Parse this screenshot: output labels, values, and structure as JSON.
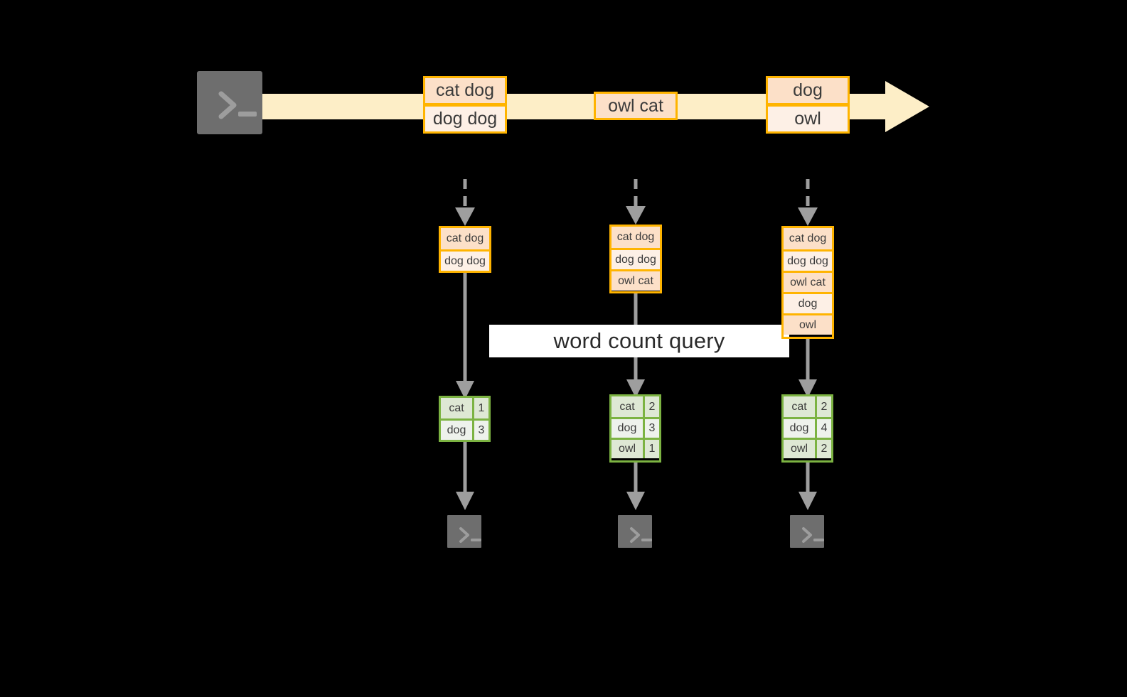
{
  "diagram": {
    "title_label": "word count query",
    "colors": {
      "background": "#000000",
      "record_border": "#ffb400",
      "record_fill_dark": "#fce0c8",
      "record_fill_light": "#fdf0e6",
      "stream_arrow": "#fdeec7",
      "table_border": "#7cb342",
      "table_fill_dark": "#dee8d4",
      "table_fill_light": "#eef2ec",
      "terminal_body": "#6e6e6e",
      "arrow_gray": "#9e9e9e",
      "label_band": "#ffffff"
    }
  },
  "source": {
    "icon": "terminal-icon",
    "prompt": ">_"
  },
  "stream": {
    "icon": "right-arrow-icon",
    "records": [
      {
        "lines": [
          "cat dog",
          "dog dog"
        ]
      },
      {
        "lines": [
          "owl cat"
        ]
      },
      {
        "lines": [
          "dog",
          "owl"
        ]
      }
    ]
  },
  "snapshots": [
    {
      "name": "snapshot-1",
      "rows": [
        "cat dog",
        "dog dog"
      ]
    },
    {
      "name": "snapshot-2",
      "rows": [
        "cat dog",
        "dog dog",
        "owl cat"
      ]
    },
    {
      "name": "snapshot-3",
      "rows": [
        "cat dog",
        "dog dog",
        "owl cat",
        "dog",
        "owl"
      ]
    }
  ],
  "results": [
    {
      "name": "result-1",
      "rows": [
        {
          "word": "cat",
          "count": "1"
        },
        {
          "word": "dog",
          "count": "3"
        }
      ]
    },
    {
      "name": "result-2",
      "rows": [
        {
          "word": "cat",
          "count": "2"
        },
        {
          "word": "dog",
          "count": "3"
        },
        {
          "word": "owl",
          "count": "1"
        }
      ]
    },
    {
      "name": "result-3",
      "rows": [
        {
          "word": "cat",
          "count": "2"
        },
        {
          "word": "dog",
          "count": "4"
        },
        {
          "word": "owl",
          "count": "2"
        }
      ]
    }
  ],
  "sinks": [
    {
      "icon": "terminal-icon",
      "prompt": ">_"
    },
    {
      "icon": "terminal-icon",
      "prompt": ">_"
    },
    {
      "icon": "terminal-icon",
      "prompt": ">_"
    }
  ]
}
